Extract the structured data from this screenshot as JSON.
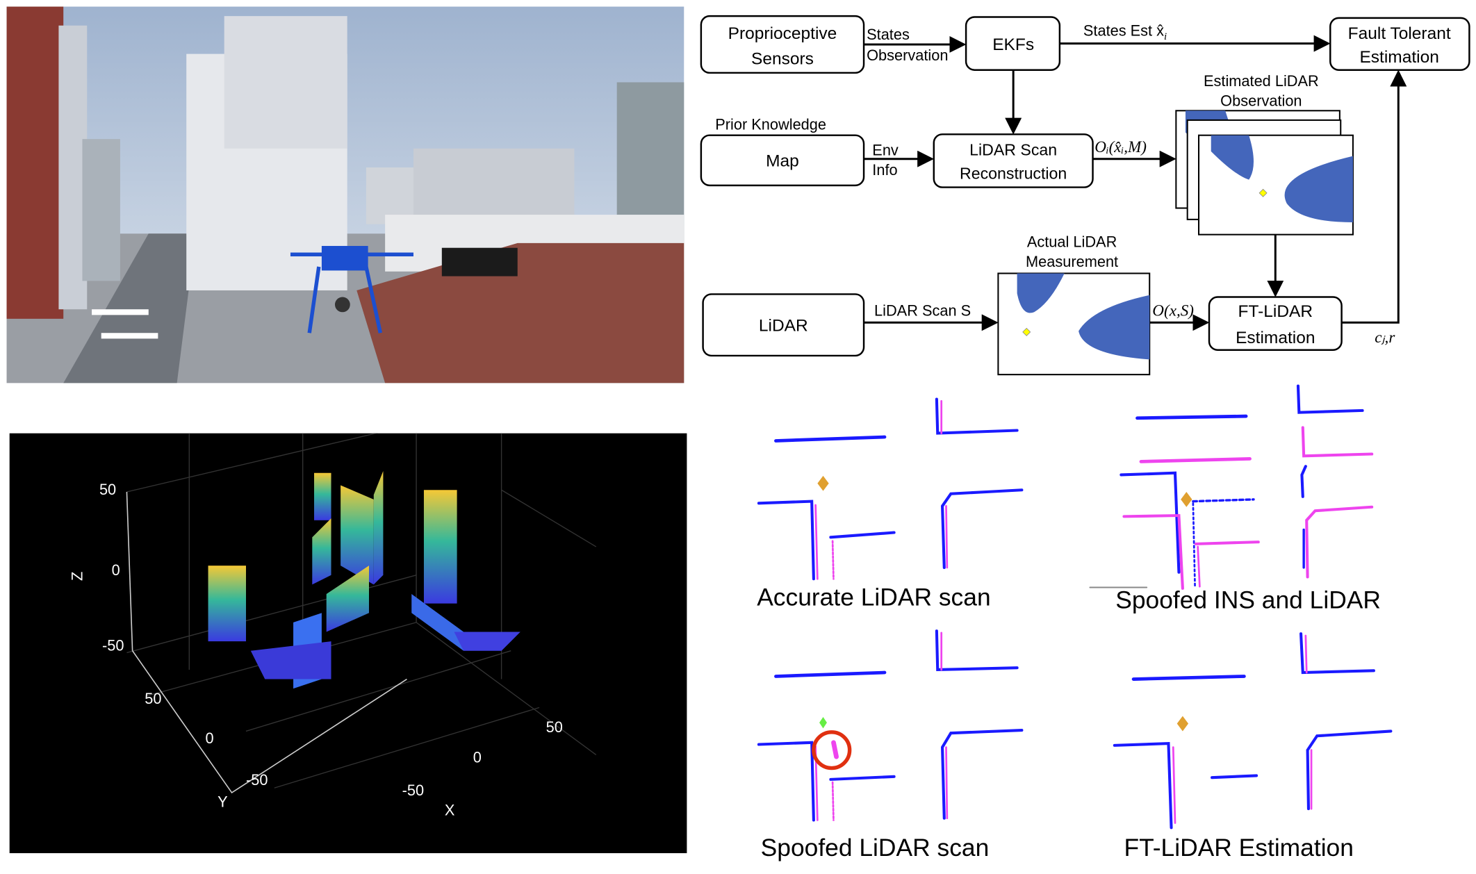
{
  "photo": {
    "subject": "drone-over-city"
  },
  "flowchart": {
    "proprioceptive": [
      "Proprioceptive",
      "Sensors"
    ],
    "states_obs": [
      "States",
      "Observation"
    ],
    "ekfs": "EKFs",
    "states_est": "States Est x̂",
    "states_est_sub": "i",
    "fault_tolerant": [
      "Fault Tolerant",
      "Estimation"
    ],
    "prior_knowledge": "Prior Knowledge",
    "map": "Map",
    "env_info": [
      "Env",
      "Info"
    ],
    "reconstruction": [
      "LiDAR Scan",
      "Reconstruction"
    ],
    "oi_label": "Oᵢ(x̂ᵢ,M)",
    "estimated_obs": [
      "Estimated LiDAR",
      "Observation"
    ],
    "actual_meas": [
      "Actual LiDAR",
      "Measurement"
    ],
    "lidar": "LiDAR",
    "lidar_scan": "LiDAR Scan S",
    "o_label": "O(x,S)",
    "ft_lidar": [
      "FT-LiDAR",
      "Estimation"
    ],
    "cj_r": "cⱼ,r"
  },
  "pointcloud": {
    "z_label": "Z",
    "y_label": "Y",
    "x_label": "X",
    "z_ticks": [
      "50",
      "0",
      "-50"
    ],
    "y_ticks": [
      "50",
      "0",
      "-50"
    ],
    "x_ticks": [
      "-50",
      "0",
      "50"
    ]
  },
  "scans": {
    "captions": [
      "Accurate LiDAR scan",
      "Spoofed INS and LiDAR",
      "Spoofed LiDAR scan",
      "FT-LiDAR Estimation"
    ],
    "colors": {
      "measured": "#1a1aff",
      "estimated": "#ee44ee",
      "drone": "#e0a030",
      "spoof_drone": "#66ee44",
      "circle": "#e03010"
    }
  }
}
